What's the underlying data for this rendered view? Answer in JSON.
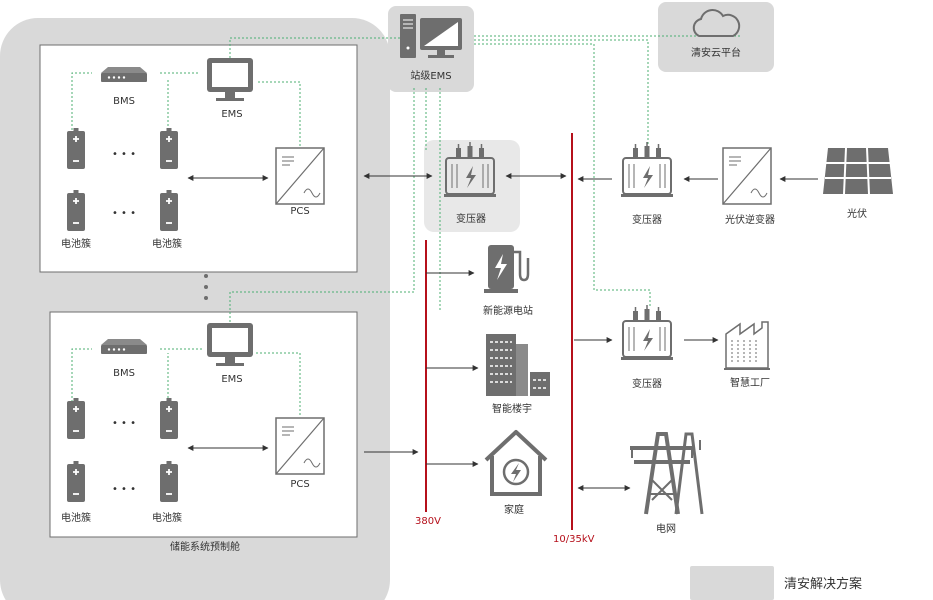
{
  "labels": {
    "ems_station": "站级EMS",
    "cloud": "清安云平台",
    "bms": "BMS",
    "ems": "EMS",
    "pcs": "PCS",
    "battery_cluster": "电池簇",
    "storage_cabin": "储能系统预制舱",
    "transformer": "变压器",
    "pv_inverter": "光伏逆变器",
    "pv": "光伏",
    "charging_station": "新能源电站",
    "smart_building": "智能楼宇",
    "home": "家庭",
    "smart_factory": "智慧工厂",
    "grid": "电网",
    "bus_380v": "380V",
    "bus_10kv": "10/35kV",
    "legend": "清安解决方案",
    "dots": "• • •"
  },
  "colors": {
    "solution_bg": "#d9d9d9",
    "icon_dark": "#6e6e6e",
    "comm_line": "#4caf72",
    "bus_red": "#b5101b"
  }
}
